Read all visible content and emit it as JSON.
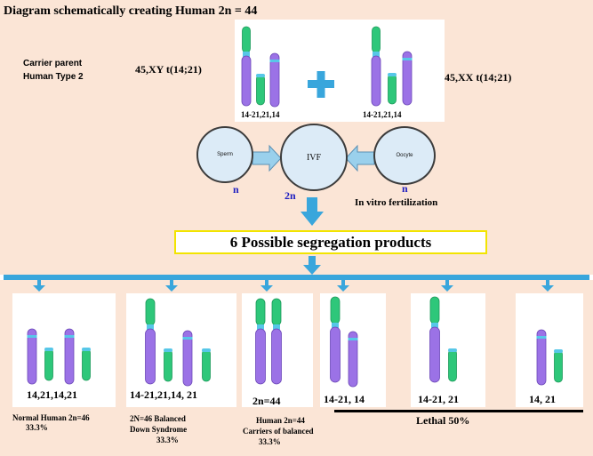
{
  "title": "Diagram schematically creating Human 2n = 44",
  "carrier": {
    "line1": "Carrier parent",
    "line2": "Human Type 2"
  },
  "male_karyotype": "45,XY t(14;21)",
  "female_karyotype": "45,XX t(14;21)",
  "left_set_label": "14-21,21,14",
  "right_set_label": "14-21,21,14",
  "plus_symbol": "+",
  "sperm_label": "Sperm",
  "ivf_label": "IVF",
  "oocyte_label": "Oocyte",
  "sperm_ploidy": "n",
  "ivf_ploidy": "2n",
  "oocyte_ploidy": "n",
  "ivf_caption": "In vitro fertilization",
  "segregation_title": "6 Possible segregation products",
  "products": [
    {
      "label": "14,21,14,21",
      "caption": [
        "Normal Human 2n=46",
        "33.3%"
      ]
    },
    {
      "label": "14-21,21,14, 21",
      "caption": [
        "2N=46 Balanced",
        "Down Syndrome",
        "33.3%"
      ]
    },
    {
      "label": "2n=44",
      "caption": [
        "Human 2n=44",
        "Carriers of balanced",
        "33.3%"
      ]
    },
    {
      "label": "14-21, 14"
    },
    {
      "label": "14-21, 21"
    },
    {
      "label": "14, 21"
    }
  ],
  "lethal_label": "Lethal 50%",
  "colors": {
    "background": "#fbe5d6",
    "arrow": "#39a6dc",
    "chrom14": "#9b72e6",
    "chrom21": "#2ec77a",
    "centromere": "#57c7e8",
    "circle_fill": "#dcebf7",
    "segregation_border": "#f2e400",
    "ploidy": "#2020c0"
  }
}
